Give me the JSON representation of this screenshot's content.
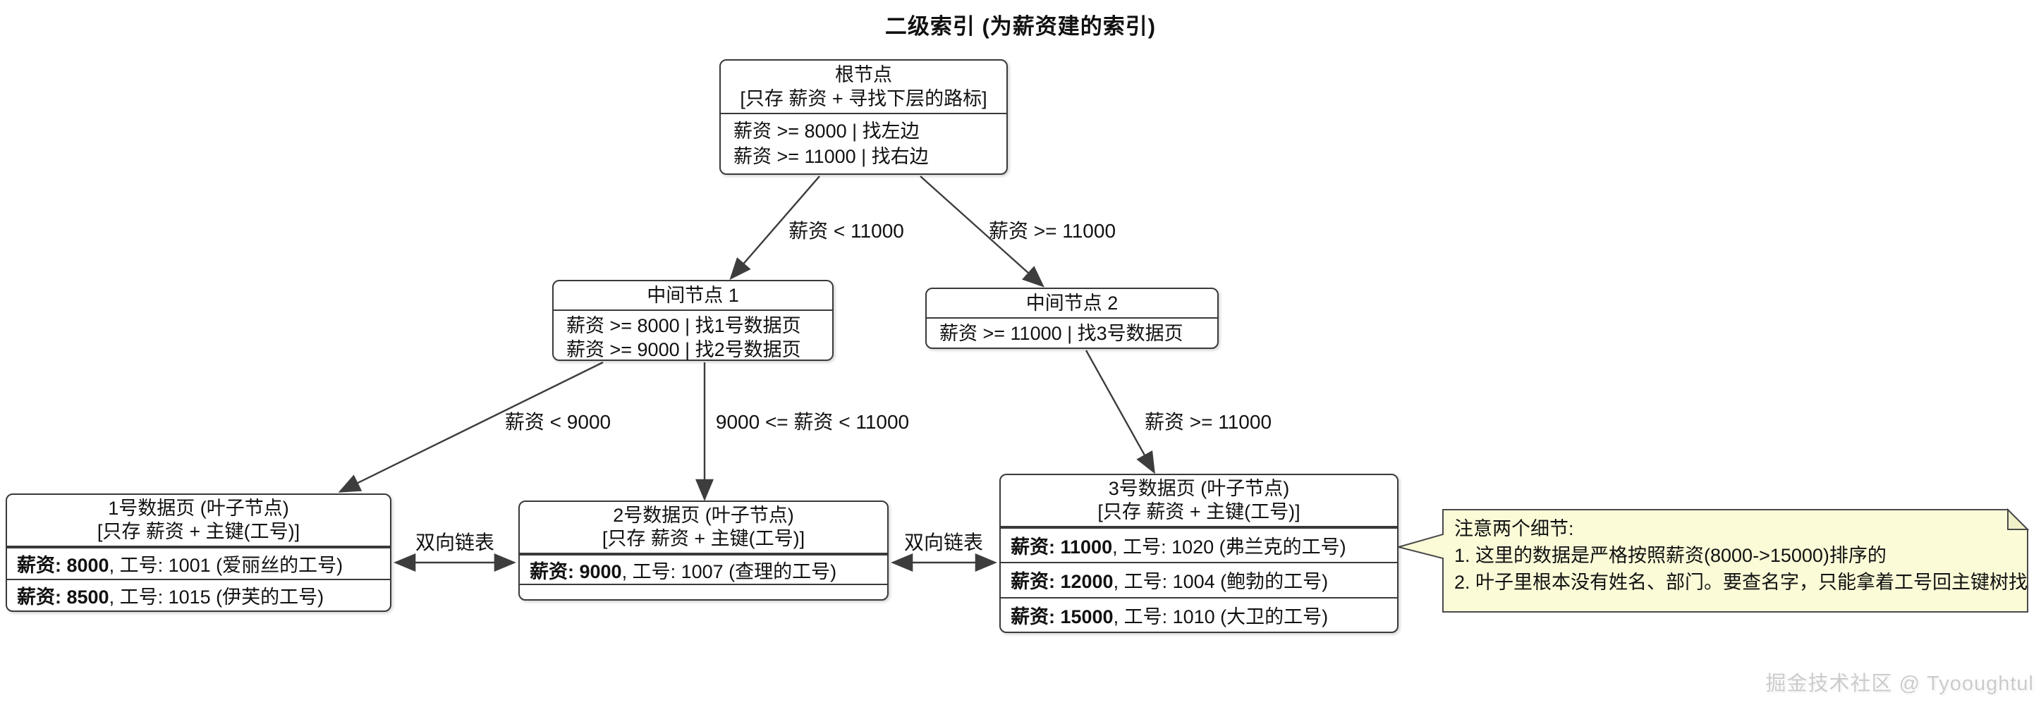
{
  "title": "二级索引 (为薪资建的索引)",
  "nodes": {
    "root": {
      "title": "根节点",
      "subtitle": "[只存 薪资 + 寻找下层的路标]",
      "rules": [
        "薪资 >= 8000 | 找左边",
        "薪资 >= 11000 | 找右边"
      ]
    },
    "mid1": {
      "title": "中间节点 1",
      "rules": [
        "薪资 >= 8000 | 找1号数据页",
        "薪资 >= 9000 | 找2号数据页"
      ]
    },
    "mid2": {
      "title": "中间节点 2",
      "rules": [
        "薪资 >= 11000 | 找3号数据页"
      ]
    },
    "leaf1": {
      "title": "1号数据页 (叶子节点)",
      "subtitle": "[只存 薪资 + 主键(工号)]",
      "rows": [
        {
          "key": "薪资: 8000",
          "rest": ", 工号: 1001 (爱丽丝的工号)"
        },
        {
          "key": "薪资: 8500",
          "rest": ", 工号: 1015 (伊芙的工号)"
        }
      ]
    },
    "leaf2": {
      "title": "2号数据页 (叶子节点)",
      "subtitle": "[只存 薪资 + 主键(工号)]",
      "rows": [
        {
          "key": "薪资: 9000",
          "rest": ", 工号: 1007 (查理的工号)"
        }
      ]
    },
    "leaf3": {
      "title": "3号数据页 (叶子节点)",
      "subtitle": "[只存 薪资 + 主键(工号)]",
      "rows": [
        {
          "key": "薪资: 11000",
          "rest": ", 工号: 1020 (弗兰克的工号)"
        },
        {
          "key": "薪资: 12000",
          "rest": ", 工号: 1004 (鲍勃的工号)"
        },
        {
          "key": "薪资: 15000",
          "rest": ", 工号: 1010 (大卫的工号)"
        }
      ]
    }
  },
  "edge_labels": {
    "root_left": "薪资 < 11000",
    "root_right": "薪资 >= 11000",
    "mid1_left": "薪资 < 9000",
    "mid1_down": "9000 <= 薪资 < 11000",
    "mid2_down": "薪资 >= 11000",
    "link12": "双向链表",
    "link23": "双向链表"
  },
  "note": {
    "lines": [
      "注意两个细节:",
      "1. 这里的数据是严格按照薪资(8000->15000)排序的",
      "2. 叶子里根本没有姓名、部门。要查名字，只能拿着工号回主键树找"
    ]
  },
  "watermark": "掘金技术社区 @ Tyooughtul",
  "colors": {
    "note_bg": "#FBFBD8",
    "note_border": "#4A4A4A",
    "line": "#3D3D3D",
    "box_border": "#3A3A3A"
  }
}
